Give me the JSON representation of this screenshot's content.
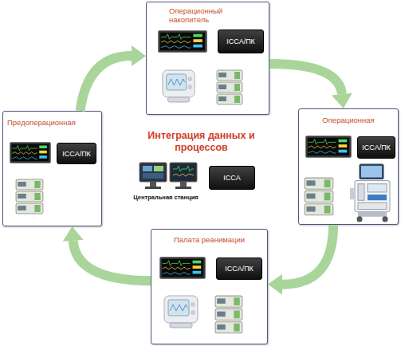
{
  "diagram": {
    "nodes": [
      {
        "text": [
          "Операционный накопитель"
        ]
      },
      {
        "text": [
          "ICCA/ПК"
        ],
        "in": 0
      },
      {
        "text": [
          "Предоперационная"
        ]
      },
      {
        "text": [
          "ICCA/ПК"
        ],
        "in": 2
      },
      {
        "text": [
          "Операционная"
        ]
      },
      {
        "text": [
          "ICCA/ПК"
        ],
        "in": 4
      },
      {
        "text": [
          "ICCA"
        ]
      },
      {
        "text": [
          "Палата реанимации"
        ]
      },
      {
        "text": [
          "ICCA/ПК"
        ],
        "in": 7
      }
    ],
    "edges": [
      {
        "from": 2,
        "to": 0,
        "arrow": "to"
      },
      {
        "from": 0,
        "to": 4,
        "arrow": "to"
      },
      {
        "from": 4,
        "to": 7,
        "arrow": "to"
      },
      {
        "from": 7,
        "to": 2,
        "arrow": "to"
      }
    ],
    "labels": [
      "Интеграция данных и процессов",
      "Центральная станция"
    ]
  }
}
